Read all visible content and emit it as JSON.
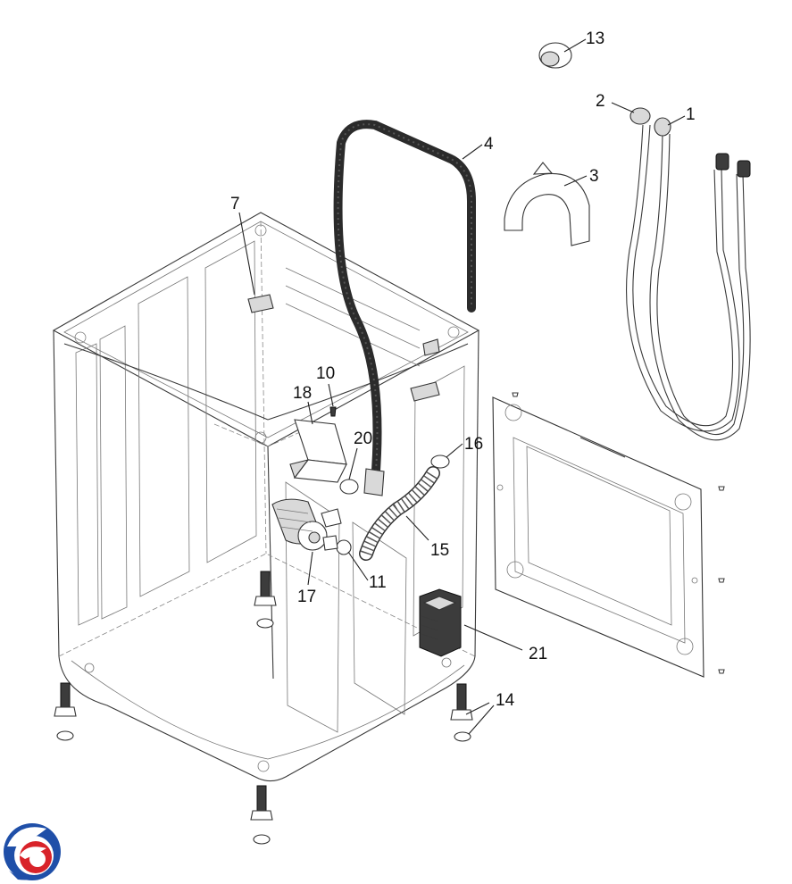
{
  "callouts": [
    {
      "id": "13",
      "label": "13"
    },
    {
      "id": "2",
      "label": "2"
    },
    {
      "id": "1",
      "label": "1"
    },
    {
      "id": "4",
      "label": "4"
    },
    {
      "id": "3",
      "label": "3"
    },
    {
      "id": "7",
      "label": "7"
    },
    {
      "id": "10",
      "label": "10"
    },
    {
      "id": "18",
      "label": "18"
    },
    {
      "id": "20",
      "label": "20"
    },
    {
      "id": "16",
      "label": "16"
    },
    {
      "id": "15",
      "label": "15"
    },
    {
      "id": "11",
      "label": "11"
    },
    {
      "id": "17",
      "label": "17"
    },
    {
      "id": "21",
      "label": "21"
    },
    {
      "id": "14",
      "label": "14"
    }
  ],
  "colors": {
    "line": "#3a3a3a",
    "hose": "#2b2b2b",
    "logo_blue": "#1f4fa8",
    "logo_red": "#d8232a"
  },
  "logo": {
    "icon": "brand-swirl-icon"
  }
}
